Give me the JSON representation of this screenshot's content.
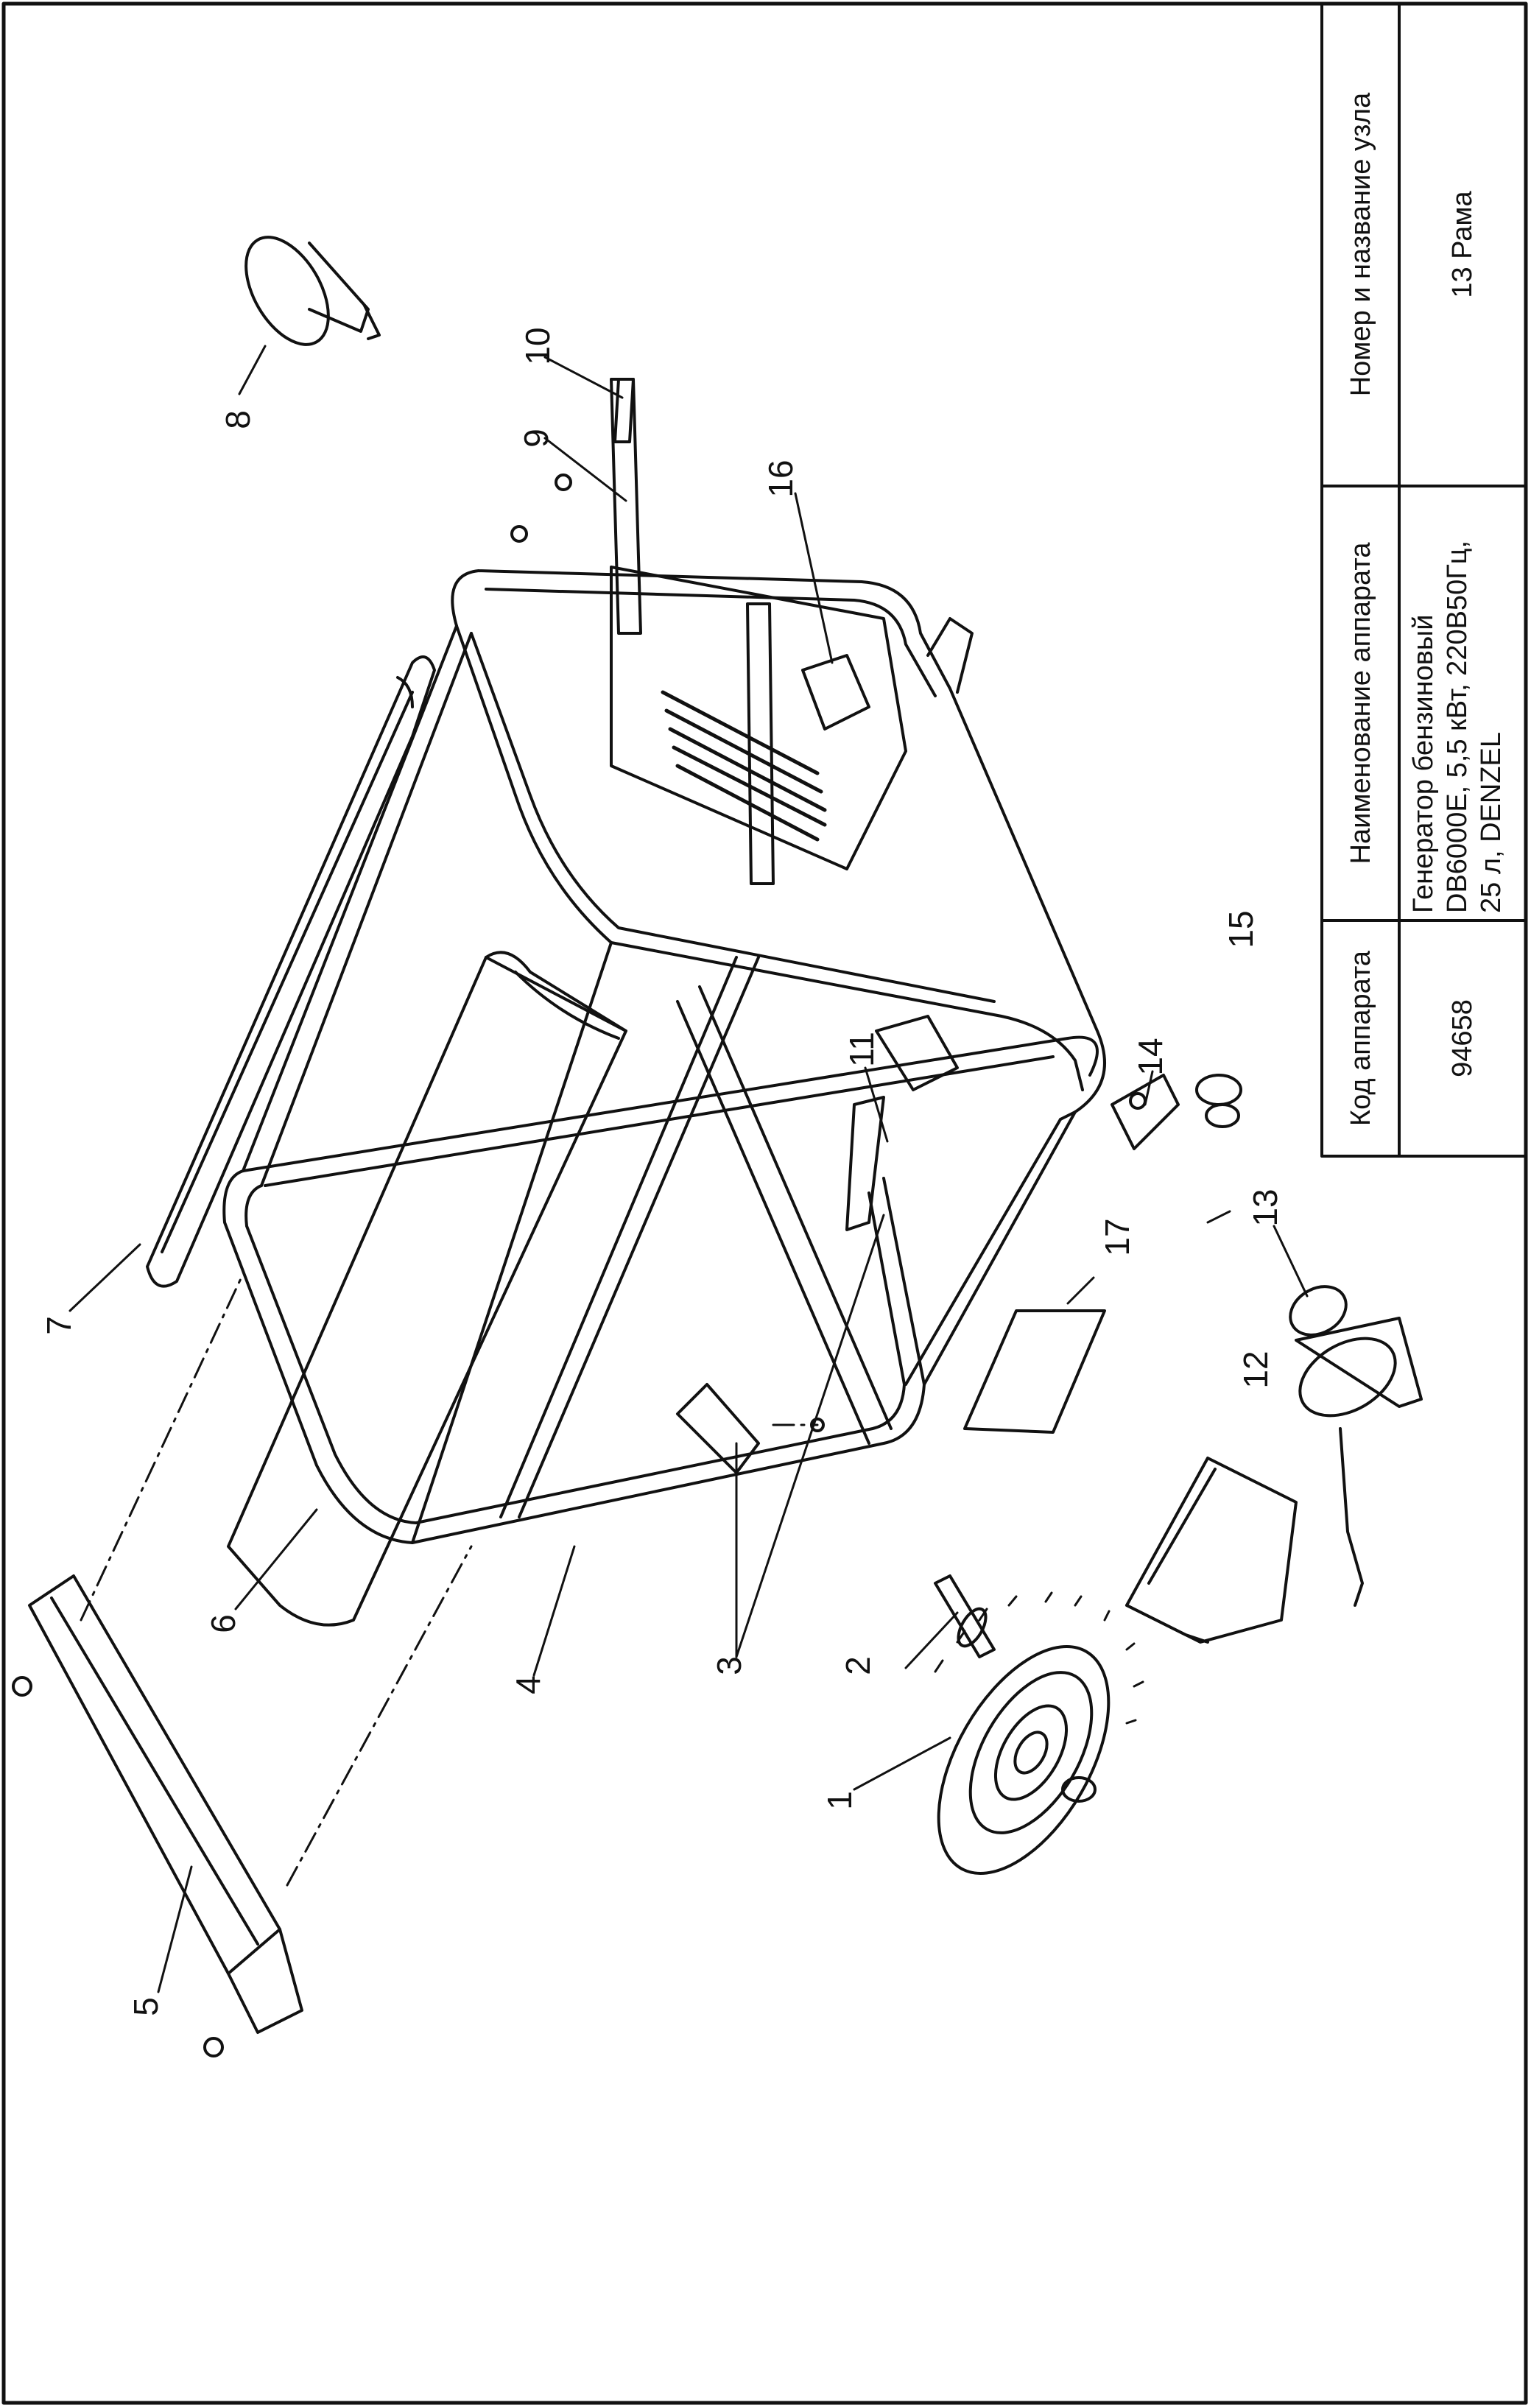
{
  "title_block": {
    "col1": {
      "header": "Код аппарата",
      "value": "94658"
    },
    "col2": {
      "header": "Наименование аппарата",
      "value_lines": [
        "Генератор бензиновый",
        "DB6000E, 5,5 кВт, 220В50Гц,",
        "25 л, DENZEL"
      ]
    },
    "col3": {
      "header": "Номер и название узла",
      "value": "13 Рама"
    }
  },
  "callouts": [
    "1",
    "2",
    "3",
    "4",
    "5",
    "6",
    "7",
    "8",
    "9",
    "10",
    "11",
    "12",
    "13",
    "14",
    "15",
    "16",
    "17"
  ]
}
